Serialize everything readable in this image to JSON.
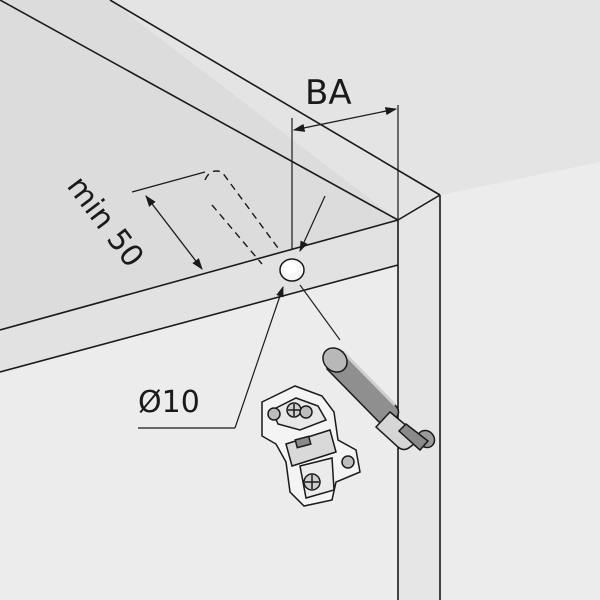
{
  "labels": {
    "ba": "BA",
    "min_depth": "min 50",
    "diameter": "Ø10"
  },
  "colors": {
    "background": "#ececec",
    "panel_top": "#dcdcdc",
    "panel_side": "#e0e0e0",
    "panel_edge": "#cfcfcf",
    "line": "#1a1a1a",
    "metal_light": "#f4f4f4",
    "metal_dark": "#8a8a8a"
  },
  "icons": {
    "drill_hole": "drill-hole-icon",
    "plug_damper": "plug-in-damper-icon",
    "mounting_plate": "hinge-mounting-plate-icon"
  }
}
